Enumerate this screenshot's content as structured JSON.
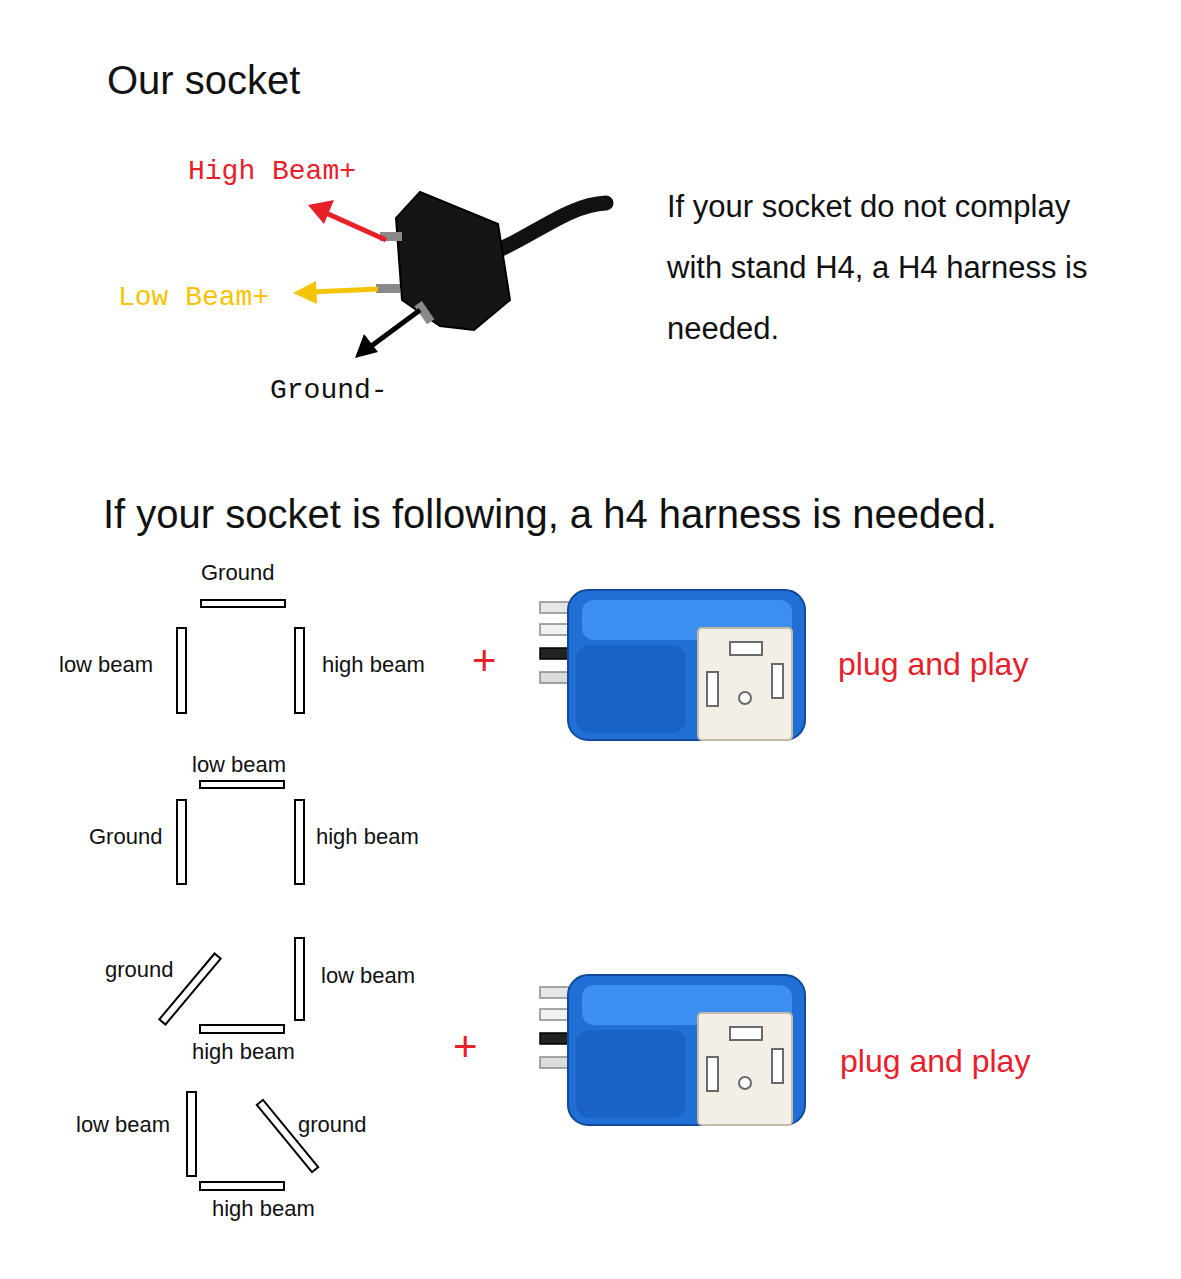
{
  "diagram": {
    "title": "Our socket",
    "labels": [
      "High Beam+",
      "If your socket do not complay with stand H4, a H4 harness is needed.",
      "Low Beam+",
      "Ground-",
      "If your socket is following, a h4 harness is needed.",
      "Ground",
      "low beam",
      "high beam",
      "+",
      "plug and play",
      "low beam",
      "Ground",
      "high beam",
      "ground",
      "low beam",
      "high beam",
      "+",
      "plug and play",
      "low beam",
      "ground",
      "high beam"
    ]
  }
}
